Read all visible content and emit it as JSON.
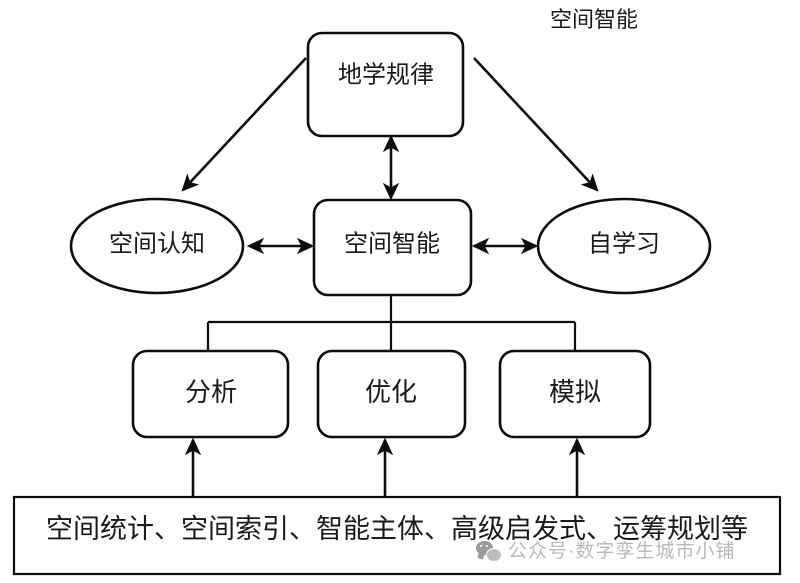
{
  "title": "空间智能",
  "diagram": {
    "type": "hierarchy-flow-diagram",
    "root": {
      "label": "地学规律",
      "shape": "rounded-rect"
    },
    "center": {
      "label": "空间智能",
      "shape": "rounded-rect"
    },
    "left": {
      "label": "空间认知",
      "shape": "ellipse"
    },
    "right": {
      "label": "自学习",
      "shape": "ellipse"
    },
    "leaves": [
      {
        "label": "分析",
        "shape": "rounded-rect"
      },
      {
        "label": "优化",
        "shape": "rounded-rect"
      },
      {
        "label": "模拟",
        "shape": "rounded-rect"
      }
    ],
    "base": {
      "label": "空间统计、空间索引、智能主体、高级启发式、运筹规划等",
      "shape": "rect"
    },
    "connectors": [
      {
        "from": "地学规律",
        "to": "空间认知",
        "style": "single-arrow-diagonal"
      },
      {
        "from": "地学规律",
        "to": "自学习",
        "style": "single-arrow-diagonal"
      },
      {
        "from": "地学规律",
        "to": "空间智能",
        "style": "double-arrow-vertical"
      },
      {
        "from": "空间认知",
        "to": "空间智能",
        "style": "double-arrow-horizontal"
      },
      {
        "from": "空间智能",
        "to": "自学习",
        "style": "double-arrow-horizontal"
      },
      {
        "from": "空间智能",
        "to": "分析",
        "style": "tree-branch"
      },
      {
        "from": "空间智能",
        "to": "优化",
        "style": "tree-branch"
      },
      {
        "from": "空间智能",
        "to": "模拟",
        "style": "tree-branch"
      },
      {
        "from": "空间统计、空间索引、智能主体、高级启发式、运筹规划等",
        "to": "分析",
        "style": "single-arrow-up"
      },
      {
        "from": "空间统计、空间索引、智能主体、高级启发式、运筹规划等",
        "to": "优化",
        "style": "single-arrow-up"
      },
      {
        "from": "空间统计、空间索引、智能主体、高级启发式、运筹规划等",
        "to": "模拟",
        "style": "single-arrow-up"
      }
    ]
  },
  "watermark": {
    "text": "公众号·数字孪生城市小铺",
    "icon": "wechat-icon",
    "color": "#b9b9b9"
  },
  "colors": {
    "stroke": "#0d0d0d",
    "fill": "#ffffff",
    "text": "#1a1a1a",
    "watermark": "#b9b9b9"
  }
}
